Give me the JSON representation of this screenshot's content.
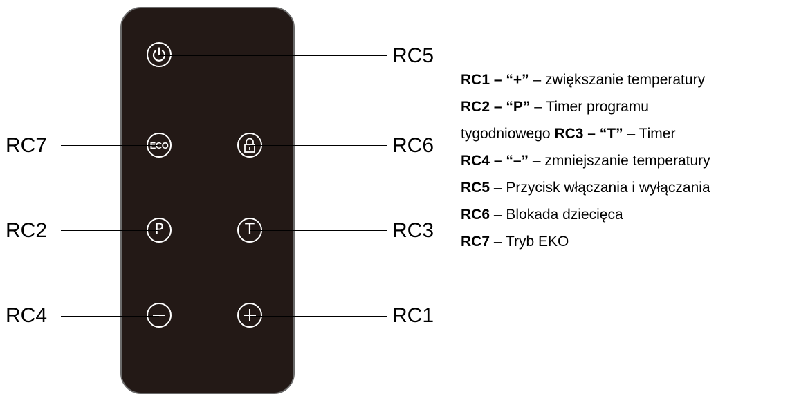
{
  "remote": {
    "buttons": {
      "power": {
        "icon": "power-icon"
      },
      "eco": {
        "label": "ECO"
      },
      "lock": {
        "icon": "padlock-icon"
      },
      "p": {
        "label": "P"
      },
      "t": {
        "label": "T"
      },
      "minus": {
        "icon": "minus-icon"
      },
      "plus": {
        "icon": "plus-icon"
      }
    },
    "colors": {
      "body": "#231916",
      "border": "#6b6b6b",
      "button_ring": "#ffffff"
    }
  },
  "callouts": {
    "rc5": "RC5",
    "rc7": "RC7",
    "rc6": "RC6",
    "rc2": "RC2",
    "rc3": "RC3",
    "rc4": "RC4",
    "rc1": "RC1"
  },
  "legend": {
    "row1": {
      "bold": "RC1 – “+”",
      "text": " – zwiększanie temperatury"
    },
    "row2": {
      "bold": "RC2 – “P”",
      "text": " – Timer programu"
    },
    "row3": {
      "text": "tygodniowego ",
      "bold": "RC3 – “T”",
      "text2": " – Timer"
    },
    "row4": {
      "bold": "RC4 – “–”",
      "text": " – zmniejszanie temperatury"
    },
    "row5": {
      "bold": "RC5",
      "text": " – Przycisk włączania i wyłączania"
    },
    "row6": {
      "bold": "RC6",
      "text": " – Blokada dziecięca"
    },
    "row7": {
      "bold": "RC7",
      "text": " – Tryb EKO"
    }
  }
}
